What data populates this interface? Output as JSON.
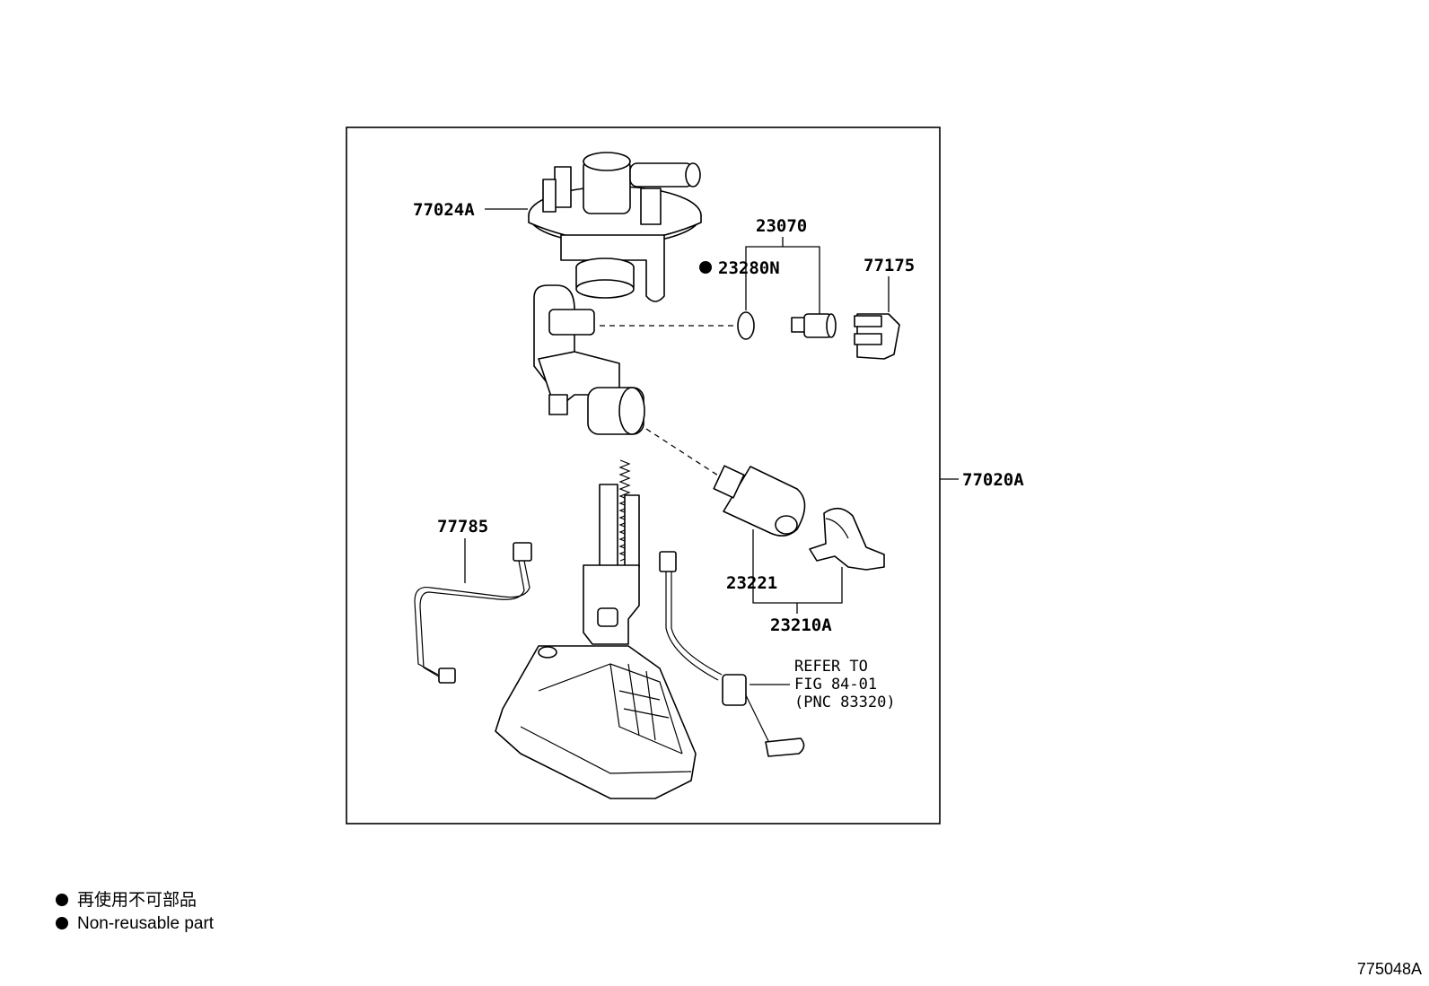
{
  "labels": {
    "p77024A": "77024A",
    "p23070": "23070",
    "p23280N": "23280N",
    "p77175": "77175",
    "p77020A": "77020A",
    "p77785": "77785",
    "p23221": "23221",
    "p23210A": "23210A"
  },
  "reference": {
    "line1": "REFER TO",
    "line2": "FIG 84-01",
    "line3": "(PNC 83320)"
  },
  "legend": {
    "japanese": "再使用不可部品",
    "english": "Non-reusable part"
  },
  "figure_code": "775048A"
}
